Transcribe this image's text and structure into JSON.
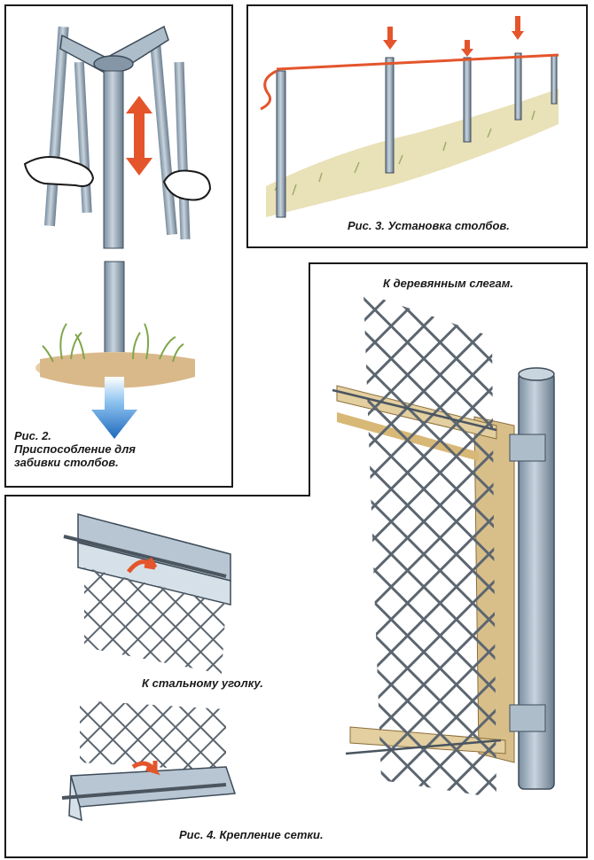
{
  "fig2": {
    "caption_lines": [
      "Рис. 2.",
      "Приспособление для",
      "забивки столбов."
    ]
  },
  "fig3": {
    "caption": "Рис. 3. Установка столбов."
  },
  "fig4": {
    "label_wood": "К деревянным слегам.",
    "label_steel": "К стальному уголку.",
    "caption": "Рис. 4. Крепление сетки."
  },
  "colors": {
    "frame": "#1a1a1a",
    "steel": "#9fb0bf",
    "steel_dark": "#5f7183",
    "arrow_red": "#e4552b",
    "arrow_blue": "#2f7fd0",
    "soil": "#d9b98a",
    "grass": "#7fa64a",
    "wood": "#d8bf8a",
    "wire": "#5c6670"
  }
}
